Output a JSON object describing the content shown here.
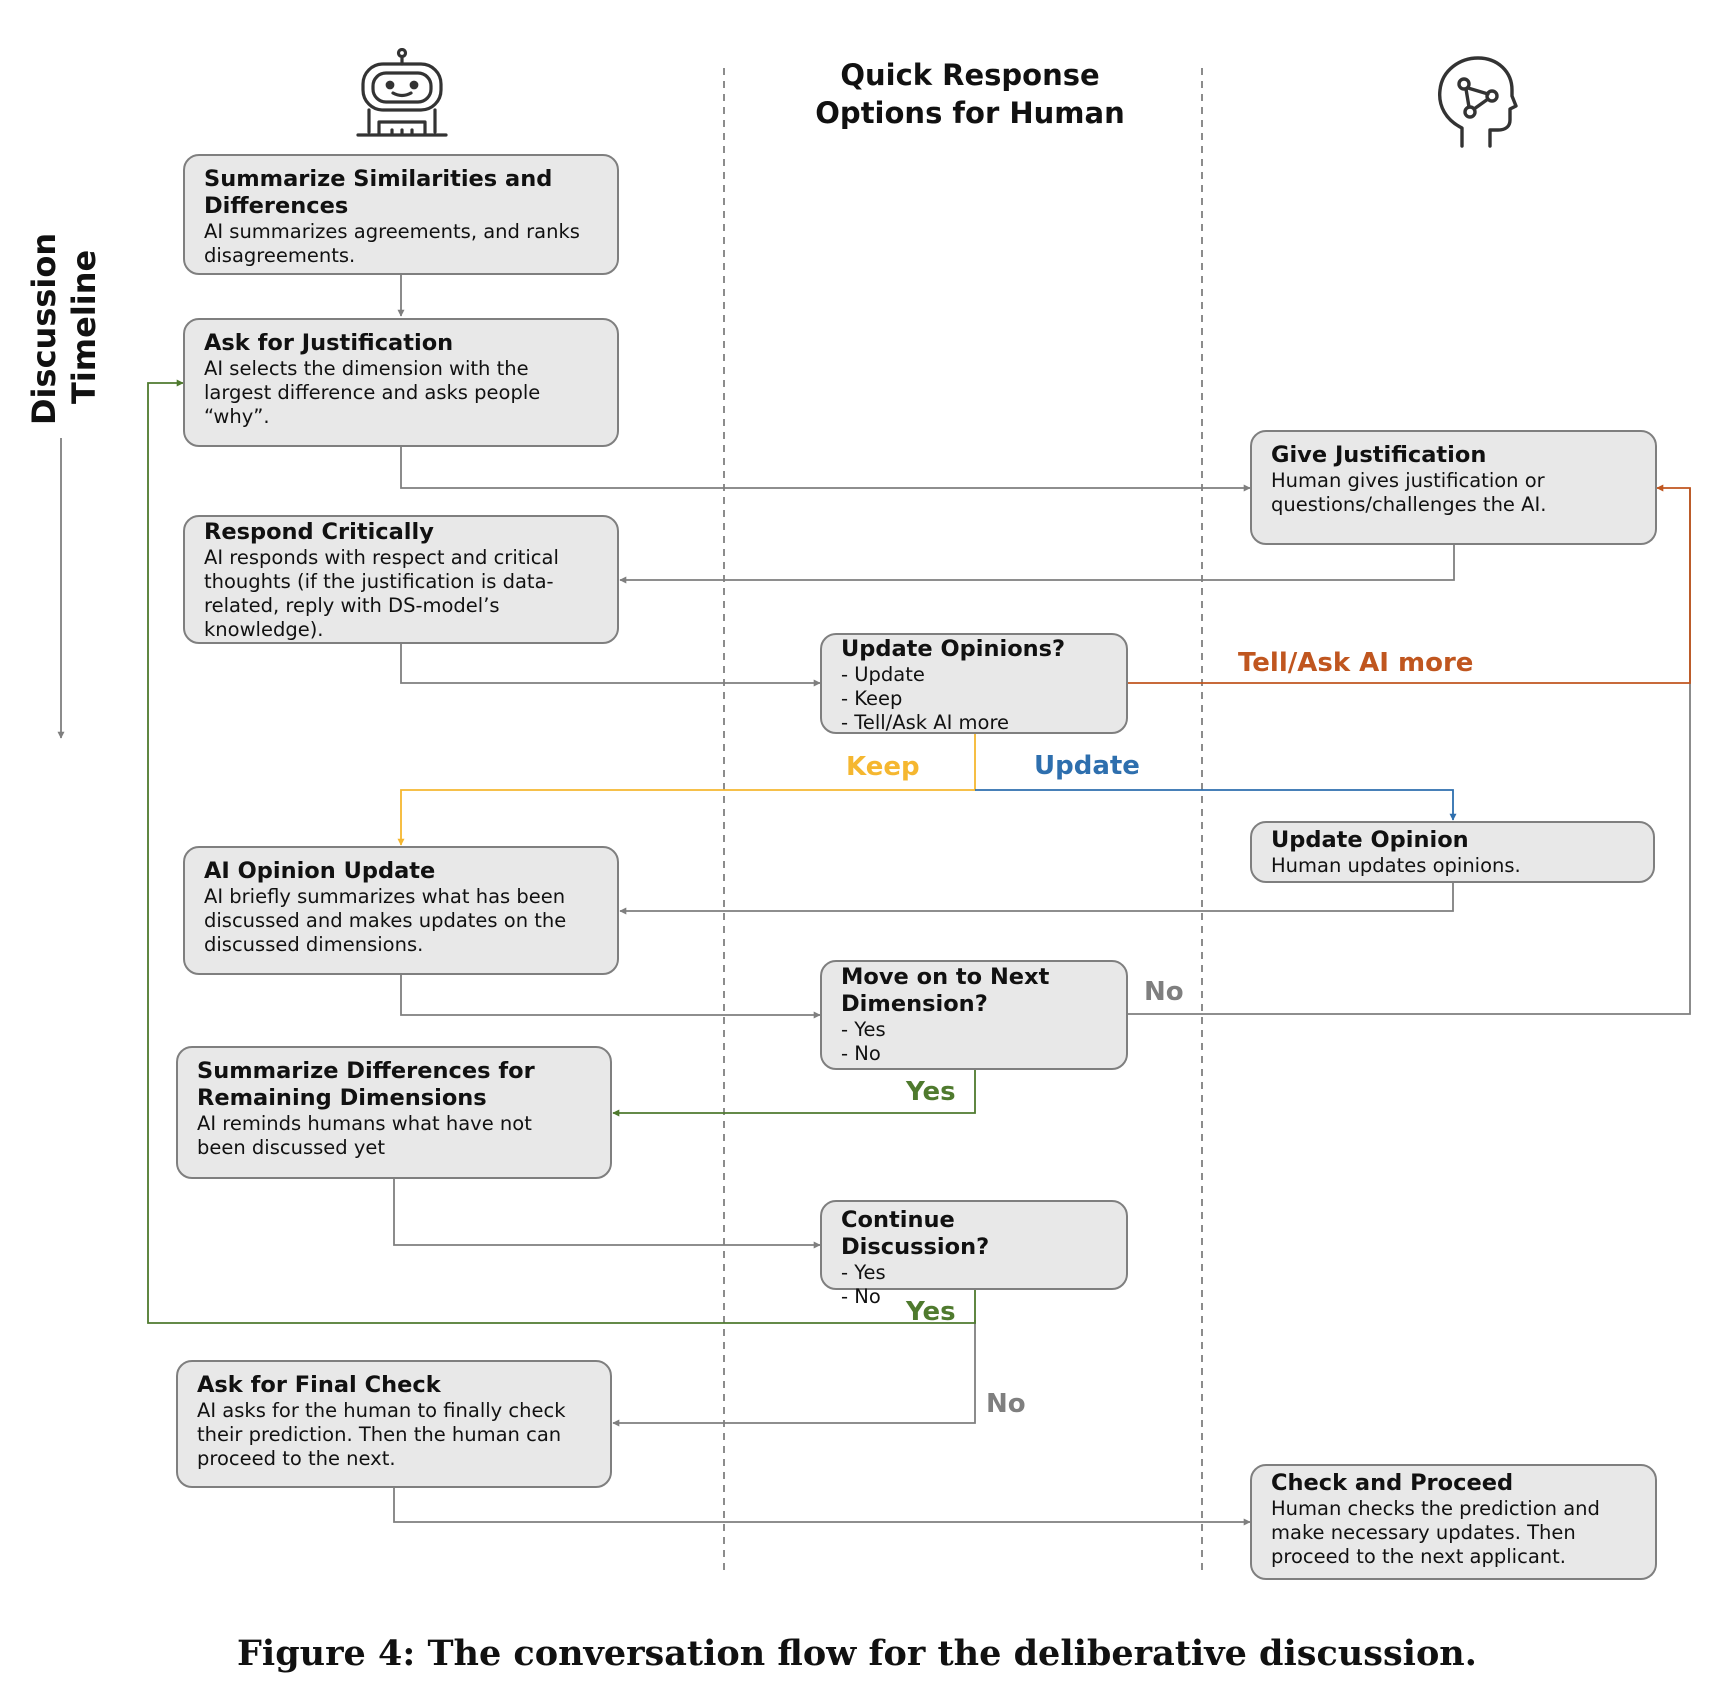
{
  "header": {
    "quick_response": "Quick Response\nOptions for Human"
  },
  "timeline": {
    "line1": "Discussion",
    "line2": "Timeline"
  },
  "icons": {
    "ai": "robot-icon",
    "human": "human-head-network-icon"
  },
  "colors": {
    "box_fill": "#e8e8e8",
    "box_border": "#7f7f7f",
    "arrow_gray": "#7f7f7f",
    "keep": "#f5b730",
    "update": "#2e6fae",
    "tell_ask": "#c0561f",
    "yes": "#4f7a2e",
    "no": "#7f7f7f"
  },
  "nodes": {
    "summarize_similarities": {
      "title": "Summarize Similarities and\nDifferences",
      "desc": "AI summarizes agreements, and ranks\ndisagreements."
    },
    "ask_justification": {
      "title": "Ask for Justification",
      "desc": "AI selects the dimension with the\nlargest difference and asks people\n“why”."
    },
    "give_justification": {
      "title": "Give Justification",
      "desc": "Human gives justification or\nquestions/challenges the AI."
    },
    "respond_critically": {
      "title": "Respond Critically",
      "desc": "AI responds with respect and critical\nthoughts (if the justification is data-\nrelated, reply with DS-model’s\nknowledge)."
    },
    "update_opinions_q": {
      "title": "Update Opinions?",
      "desc": "- Update\n- Keep\n- Tell/Ask AI more"
    },
    "update_opinion": {
      "title": "Update Opinion",
      "desc": "Human updates opinions."
    },
    "ai_opinion_update": {
      "title": "AI Opinion Update",
      "desc": "AI briefly summarizes what has been\ndiscussed and makes updates on the\ndiscussed dimensions."
    },
    "move_next_q": {
      "title": "Move on to Next\nDimension?",
      "desc": "- Yes\n- No"
    },
    "summarize_remaining": {
      "title": "Summarize Differences for\nRemaining Dimensions",
      "desc": "AI reminds humans what have not\nbeen discussed yet"
    },
    "continue_q": {
      "title": "Continue Discussion?",
      "desc": "- Yes\n- No"
    },
    "final_check": {
      "title": "Ask for Final Check",
      "desc": "AI asks for the human to finally check\ntheir prediction. Then the human can\nproceed to the next."
    },
    "check_proceed": {
      "title": "Check and Proceed",
      "desc": "Human checks the prediction and\nmake necessary updates. Then\nproceed to the next applicant."
    }
  },
  "edge_labels": {
    "tell_ask": "Tell/Ask AI more",
    "keep": "Keep",
    "update": "Update",
    "move_no": "No",
    "move_yes": "Yes",
    "continue_yes": "Yes",
    "continue_no": "No"
  },
  "caption": "Figure 4: The conversation flow for the deliberative discussion."
}
